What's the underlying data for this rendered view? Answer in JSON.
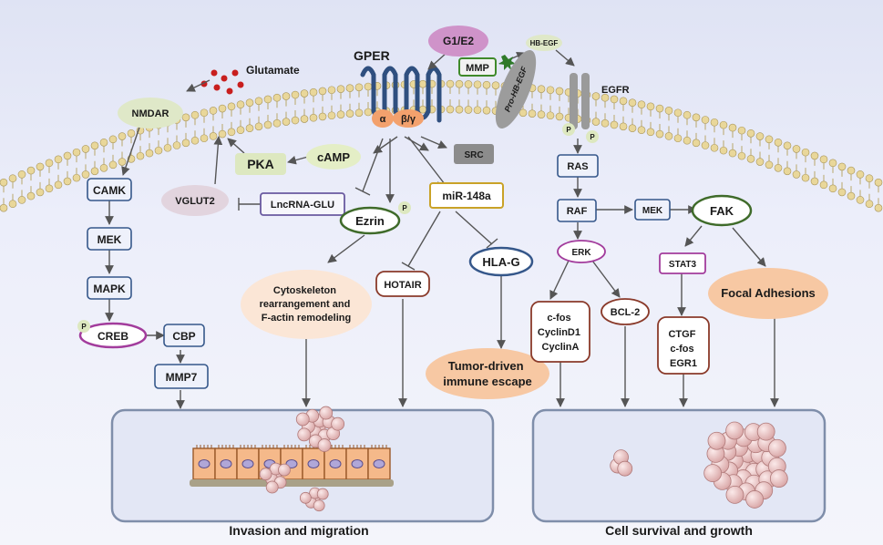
{
  "nodes": {
    "glutamate": "Glutamate",
    "nmdar": "NMDAR",
    "g1e2": "G1/E2",
    "gper": "GPER",
    "alpha": "α",
    "betagamma": "β/γ",
    "mmp": "MMP",
    "hb_egf": "HB-EGF",
    "pro_hb_egf": "Pro-HB-EGF",
    "egfr": "EGFR",
    "src": "SRC",
    "camp": "cAMP",
    "pka": "PKA",
    "vglut2": "VGLUT2",
    "lncrna": "LncRNA-GLU",
    "ezrin": "Ezrin",
    "mir148a": "miR-148a",
    "hlag": "HLA-G",
    "hotair": "HOTAIR",
    "camk": "CAMK",
    "mek_left": "MEK",
    "mapk": "MAPK",
    "creb": "CREB",
    "cbp": "CBP",
    "mmp7": "MMP7",
    "ras": "RAS",
    "raf": "RAF",
    "mek_right": "MEK",
    "fak": "FAK",
    "erk": "ERK",
    "stat3": "STAT3",
    "bcl2": "BCL-2",
    "p": "P"
  },
  "multiline": {
    "cytoskeleton": [
      "Cytoskeleton",
      "rearrangement and",
      "F-actin remodeling"
    ],
    "immune": [
      "Tumor-driven",
      "immune escape"
    ],
    "cyclins": [
      "c-fos",
      "CyclinD1",
      "CyclinA"
    ],
    "ctgf": [
      "CTGF",
      "c-fos",
      "EGR1"
    ]
  },
  "focal": "Focal Adhesions",
  "outcomes": {
    "invasion": "Invasion and migration",
    "survival": "Cell survival and growth"
  },
  "colors": {
    "box_stroke": "#35578a",
    "creb_stroke": "#a23c9c",
    "ezrin_stroke": "#3f6b2a",
    "mir_stroke": "#c9a227",
    "hotair_stroke": "#8a3a2a",
    "bead": "#e9d79a",
    "orange_fill": "#f6c9a4",
    "red_arrow": "#c00000"
  }
}
